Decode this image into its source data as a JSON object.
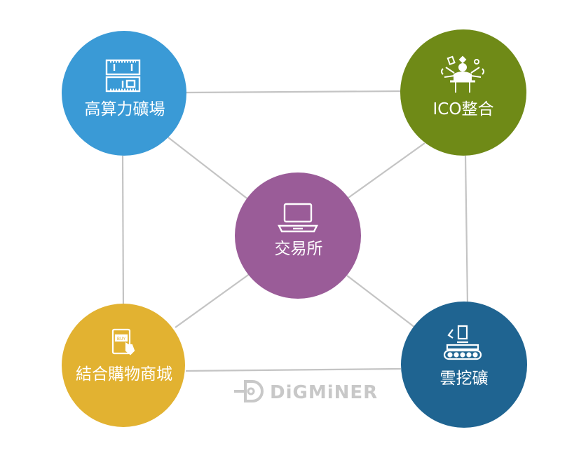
{
  "nodes": {
    "mining_farm": {
      "label": "高算力礦場",
      "color": "#3a9ad6",
      "icon": "server-rack-icon"
    },
    "ico": {
      "label": "ICO整合",
      "color": "#6f8a17",
      "icon": "multitasking-person-icon"
    },
    "exchange": {
      "label": "交易所",
      "color": "#9a5c98",
      "icon": "laptop-icon"
    },
    "mall": {
      "label": "結合購物商城",
      "color": "#e2b231",
      "icon": "tablet-buy-icon"
    },
    "cloud_mining": {
      "label": "雲挖礦",
      "color": "#1f6491",
      "icon": "conveyor-robot-icon"
    }
  },
  "connector_color": "#c4c4c4",
  "logo": {
    "text": "DiGMiNER",
    "color": "#c8c8c8",
    "icon": "digminer-d-icon"
  }
}
